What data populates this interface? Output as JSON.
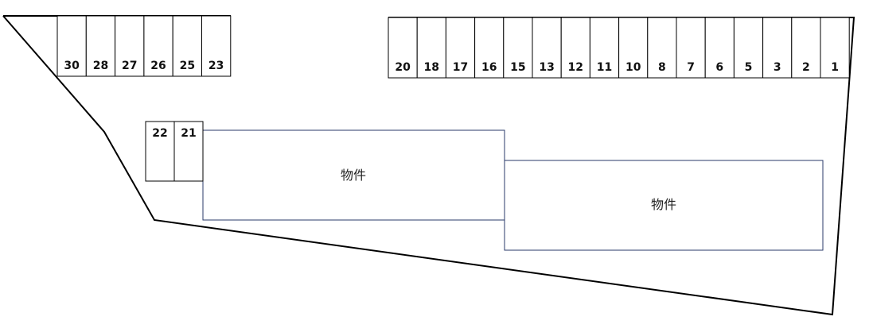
{
  "lot": {
    "building_a_label": "物件",
    "building_b_label": "物件",
    "top_left_row": [
      "30",
      "28",
      "27",
      "26",
      "25",
      "23"
    ],
    "top_right_row": [
      "20",
      "18",
      "17",
      "16",
      "15",
      "13",
      "12",
      "11",
      "10",
      "8",
      "7",
      "6",
      "5",
      "3",
      "2",
      "1"
    ],
    "middle_pair": [
      "22",
      "21"
    ]
  },
  "colors": {
    "outline": "#000000",
    "building_border": "#2a3a6a",
    "label": "#111111"
  }
}
